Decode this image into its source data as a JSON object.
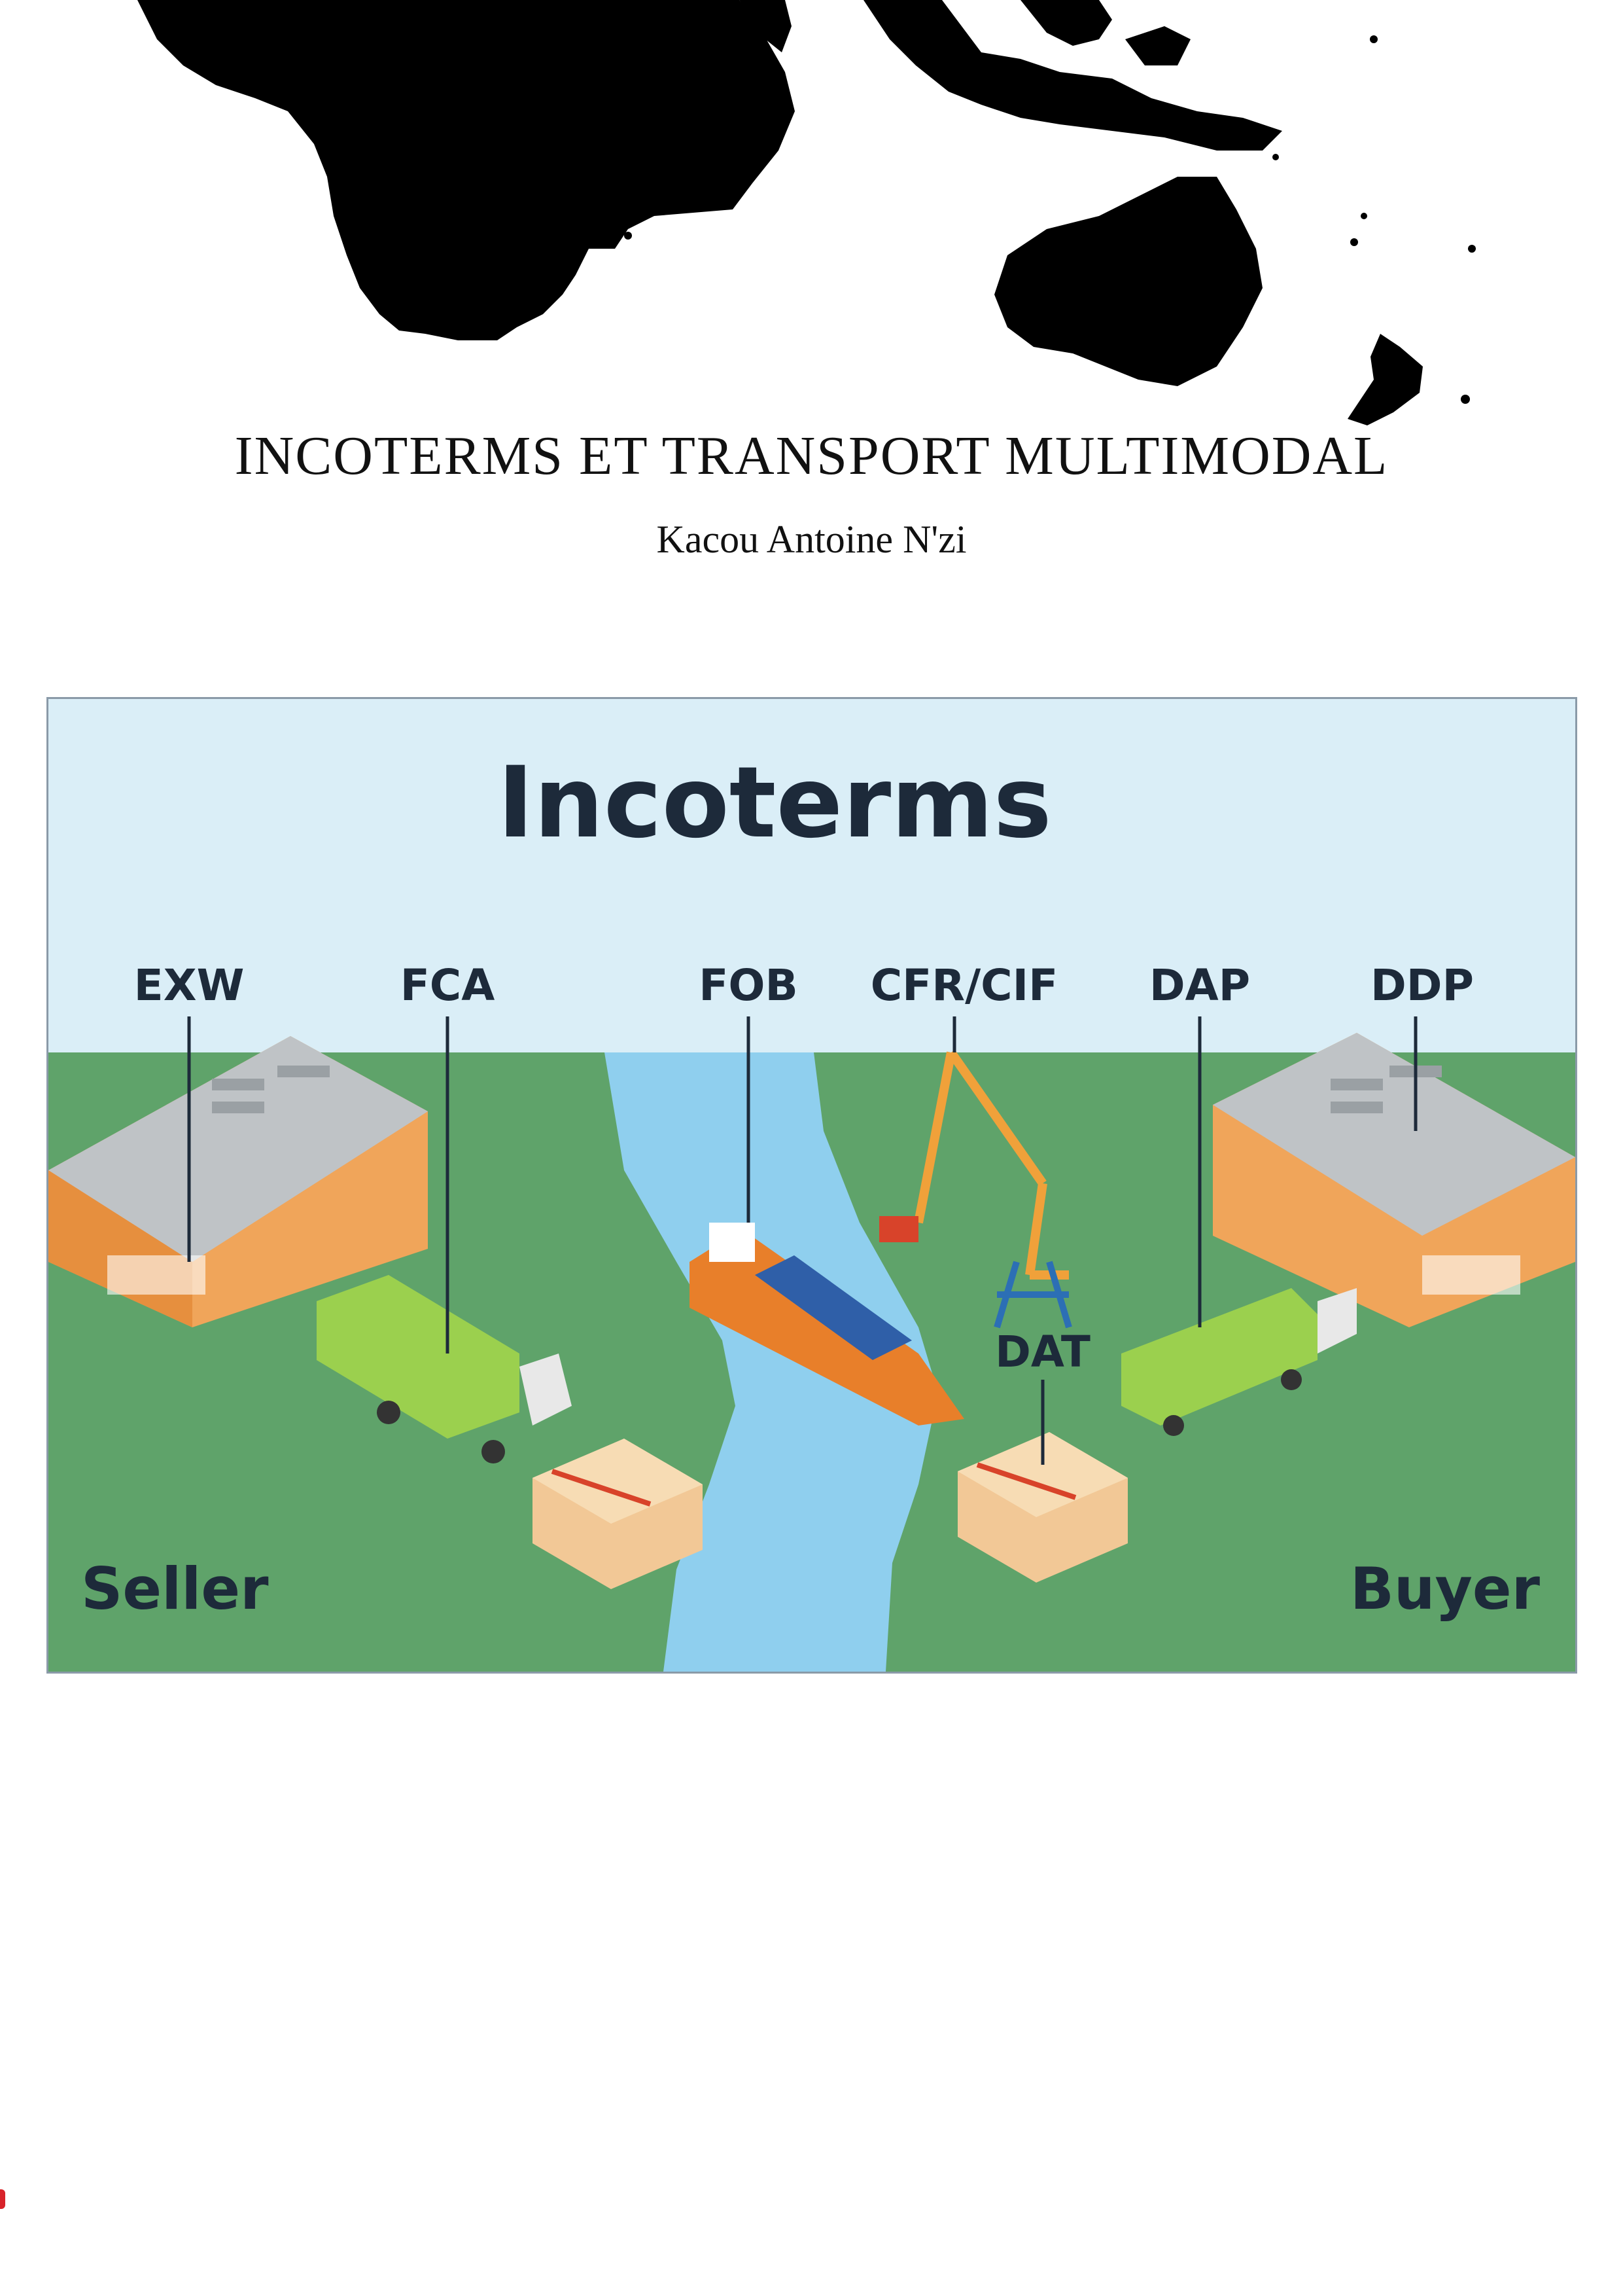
{
  "cover": {
    "title": "INCOTERMS ET TRANSPORT MULTIMODAL",
    "author": "Kacou Antoine N'zi"
  },
  "illustration": {
    "heading": "Incoterms",
    "terms": [
      "EXW",
      "FCA",
      "FOB",
      "CFR/CIF",
      "DAP",
      "DDP",
      "DAT"
    ],
    "seller_label": "Seller",
    "buyer_label": "Buyer",
    "colors": {
      "sky": "#daeef7",
      "land": "#5fa36a",
      "river": "#8fcfee",
      "warehouse_wall": "#f0a55a",
      "truck": "#9bd04e",
      "label_text": "#1d2a3a"
    }
  },
  "icons": [
    "world-map-icon",
    "warehouse-icon",
    "truck-icon",
    "ship-icon",
    "crane-icon",
    "crates-icon"
  ]
}
